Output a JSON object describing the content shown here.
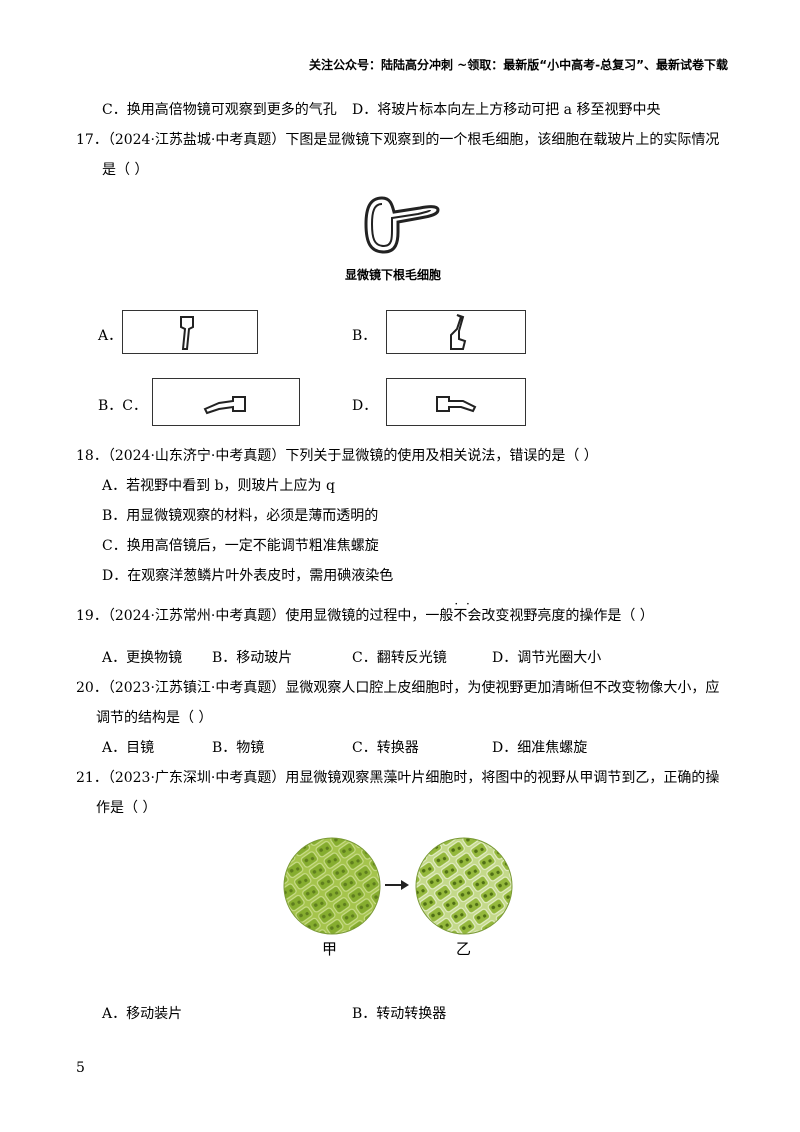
{
  "header": "关注公众号：陆陆高分冲刺 ~领取：最新版“小中高考-总复习”、最新试卷下载",
  "q16_tail": {
    "optC": "C．换用高倍物镜可观察到更多的气孔",
    "optD": "D．将玻片标本向左上方移动可把 a 移至视野中央"
  },
  "q17": {
    "stem1": "17．（2024·江苏盐城·中考真题）下图是显微镜下观察到的一个根毛细胞，该细胞在载玻片上的实际情况",
    "stem2": "是（    ）",
    "caption": "显微镜下根毛细胞",
    "optA": "A．",
    "optB": "B．",
    "optC": "B．C．",
    "optD": "D．"
  },
  "q18": {
    "stem": "18．（2024·山东济宁·中考真题）下列关于显微镜的使用及相关说法，错误的是（    ）",
    "optA": "A．若视野中看到 b，则玻片上应为 q",
    "optB": "B．用显微镜观察的材料，必须是薄而透明的",
    "optC": "C．换用高倍镜后，一定不能调节粗准焦螺旋",
    "optD": "D．在观察洋葱鳞片叶外表皮时，需用碘液染色"
  },
  "q19": {
    "stem_pre": "19．（2024·江苏常州·中考真题）使用显微镜的过程中，一般",
    "stem_emph": "不会",
    "stem_post": "改变视野亮度的操作是（    ）",
    "optA": "A．更换物镜",
    "optB": "B．移动玻片",
    "optC": "C．翻转反光镜",
    "optD": "D．调节光圈大小"
  },
  "q20": {
    "stem1": "20．（2023·江苏镇江·中考真题）显微观察人口腔上皮细胞时，为使视野更加清晰但不改变物像大小，应",
    "stem2": "调节的结构是（    ）",
    "optA": "A．目镜",
    "optB": "B．物镜",
    "optC": "C．转换器",
    "optD": "D．细准焦螺旋"
  },
  "q21": {
    "stem1": "21．（2023·广东深圳·中考真题）用显微镜观察黑藻叶片细胞时，将图中的视野从甲调节到乙，正确的操",
    "stem2": "作是（    ）",
    "label_left": "甲",
    "label_right": "乙",
    "optA": "A．移动装片",
    "optB": "B．转动转换器"
  },
  "page_number": "5",
  "colors": {
    "leaf_green": "#8fb43a",
    "leaf_dark": "#5e7d1e",
    "text": "#000000"
  }
}
